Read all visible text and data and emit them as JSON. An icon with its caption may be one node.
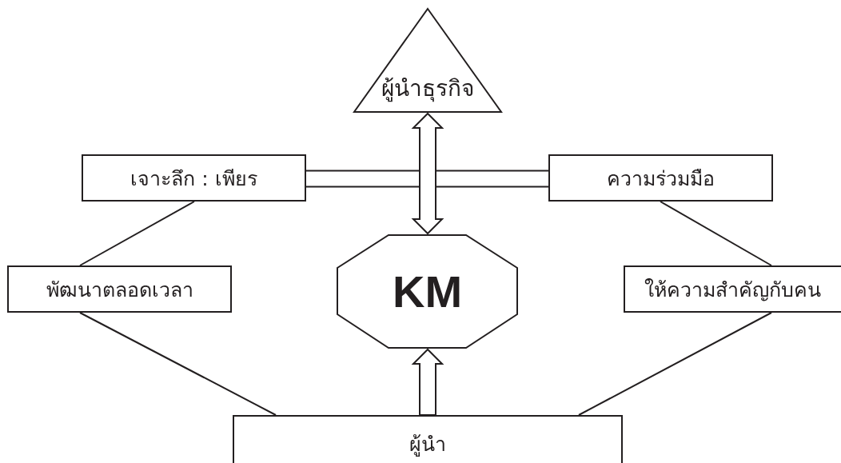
{
  "diagram": {
    "nodes": [
      {
        "text": [
          "ผู้นำธุรกิจ"
        ]
      },
      {
        "text": [
          "เจาะลึก : เพียร"
        ]
      },
      {
        "text": [
          "ความร่วมมือ"
        ]
      },
      {
        "text": [
          "พัฒนาตลอดเวลา"
        ]
      },
      {
        "text": [
          "KM"
        ]
      },
      {
        "text": [
          "ให้ความสำคัญกับคน"
        ]
      },
      {
        "text": [
          "ผู้นำ"
        ]
      }
    ],
    "edges": [
      {
        "from": 0,
        "to": 4,
        "arrow": "both",
        "style": "thick"
      },
      {
        "from": 1,
        "to": 2,
        "arrow": "none"
      },
      {
        "from": 1,
        "to": 3,
        "arrow": "none"
      },
      {
        "from": 3,
        "to": 6,
        "arrow": "none"
      },
      {
        "from": 2,
        "to": 5,
        "arrow": "none"
      },
      {
        "from": 5,
        "to": 6,
        "arrow": "none"
      },
      {
        "from": 6,
        "to": 4,
        "arrow": "to",
        "style": "thick"
      }
    ]
  }
}
